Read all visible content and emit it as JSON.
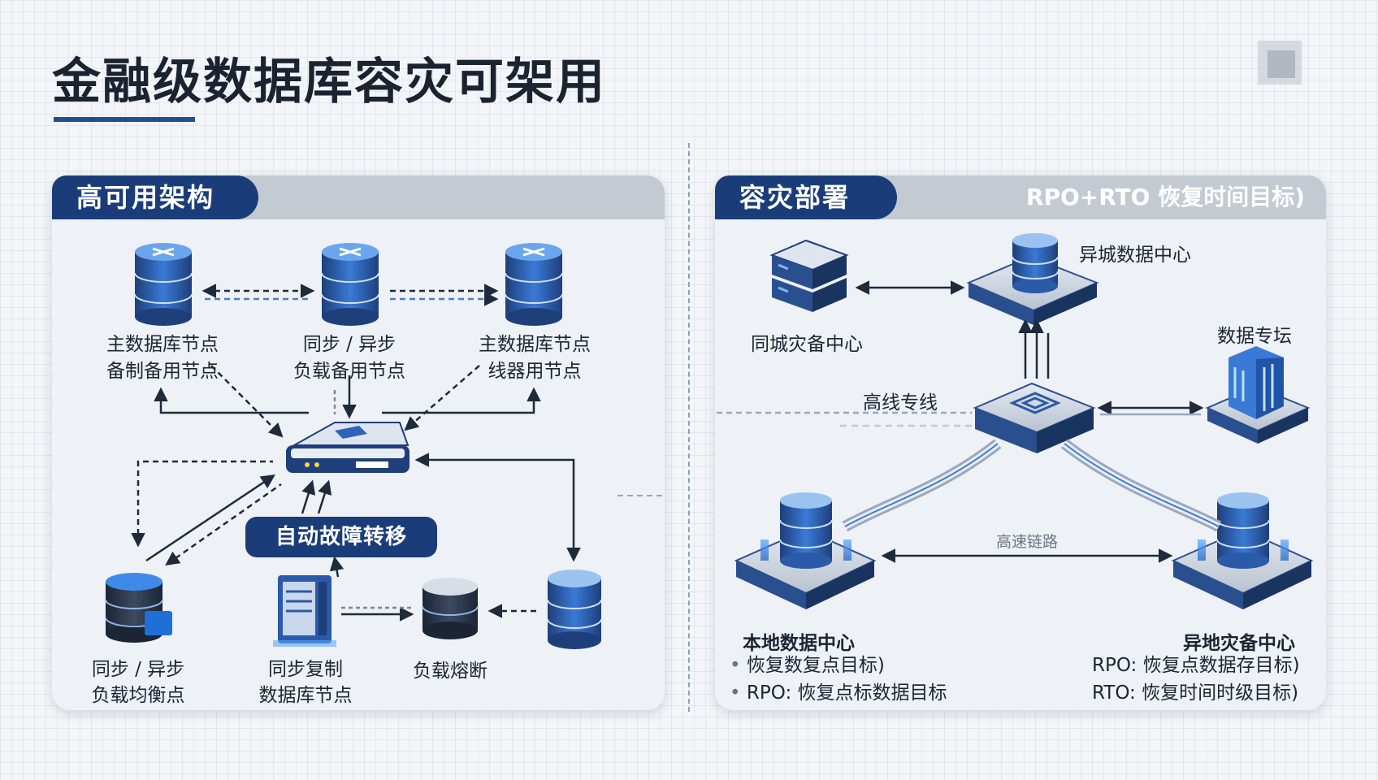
{
  "title": "金融级数据库容灾可架用",
  "left_panel": {
    "tab": "高可用架构",
    "nodes": {
      "top_left_line1": "主数据库节点",
      "top_left_line2": "备制备用节点",
      "top_mid_line1": "同步 / 异步",
      "top_mid_line2": "负载备用节点",
      "top_right_line1": "主数据库节点",
      "top_right_line2": "线器用节点",
      "bottom_left_line1": "同步 / 异步",
      "bottom_left_line2": "负载均衡点",
      "bottom_mid_line1": "同步复制",
      "bottom_mid_line2": "数据库节点",
      "bottom_right": "负载熔断"
    },
    "failover_label": "自动故障转移"
  },
  "right_panel": {
    "tab": "容灾部署",
    "header_note": "RPO+RTO 恢复时间目标)",
    "nodes": {
      "same_city": "同城灾备中心",
      "remote_dc": "异城数据中心",
      "data_sync": "数据专坛",
      "dedicated_line": "高线专线",
      "link_label": "高速链路",
      "local_dc": "本地数据中心",
      "remote_backup": "异地灾备中心"
    },
    "local_bullets": [
      "恢复数复点目标)",
      "RPO: 恢复点标数据目标"
    ],
    "remote_bullets": [
      "RPO: 恢复点数据存目标)",
      "RTO: 恢复时间时级目标)"
    ]
  },
  "colors": {
    "navy": "#1a3d7a",
    "accent_blue": "#2f6fd0",
    "arrow": "#1f2a3a"
  }
}
